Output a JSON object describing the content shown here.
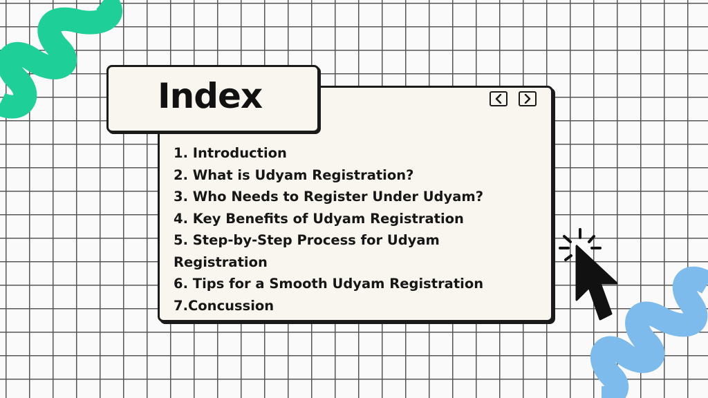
{
  "title": "Index",
  "nav": {
    "prev_icon": "chevron-left-icon",
    "next_icon": "chevron-right-icon"
  },
  "items": [
    "1.  Introduction",
    "2. What is Udyam Registration?",
    "3. Who Needs to Register Under Udyam?",
    "4. Key Benefits of Udyam Registration",
    "5. Step-by-Step Process for Udyam Registration",
    "6. Tips for a Smooth Udyam Registration",
    "7.Concussion"
  ],
  "colors": {
    "green_squiggle": "#1fcf98",
    "blue_squiggle": "#7dbbec",
    "window_fill": "#f8f6ee",
    "outline": "#1a1a1a"
  }
}
